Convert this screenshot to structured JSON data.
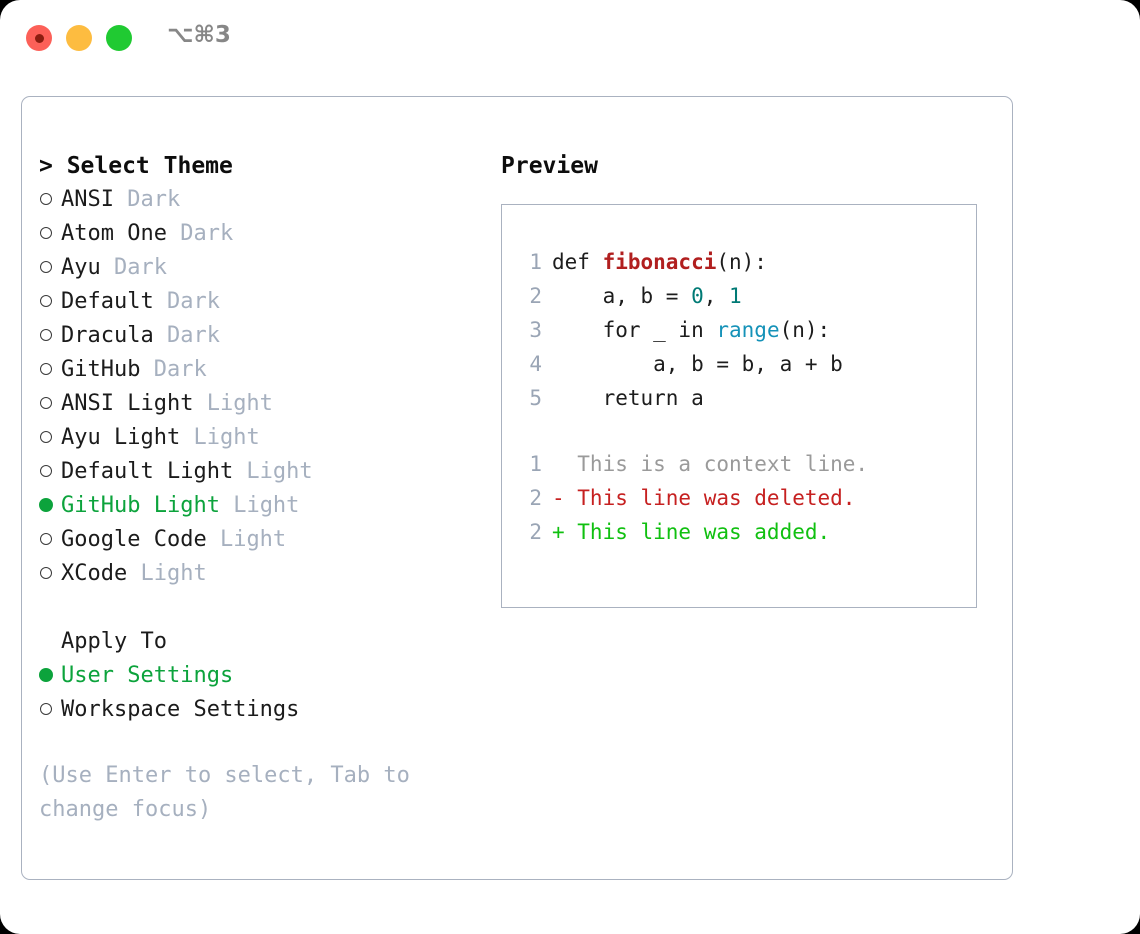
{
  "titlebar": {
    "shortcut": "⌥⌘3",
    "traffic_lights": [
      {
        "name": "close",
        "color": "#fc6058"
      },
      {
        "name": "minimize",
        "color": "#fdbc40"
      },
      {
        "name": "maximize",
        "color": "#20ca32"
      }
    ]
  },
  "theme_panel": {
    "header": "> Select Theme",
    "items": [
      {
        "marker": "ring",
        "name": "ANSI",
        "tag": "Dark",
        "selected": false
      },
      {
        "marker": "ring",
        "name": "Atom One",
        "tag": "Dark",
        "selected": false
      },
      {
        "marker": "ring",
        "name": "Ayu",
        "tag": "Dark",
        "selected": false
      },
      {
        "marker": "ring",
        "name": "Default",
        "tag": "Dark",
        "selected": false
      },
      {
        "marker": "ring",
        "name": "Dracula",
        "tag": "Dark",
        "selected": false
      },
      {
        "marker": "ring",
        "name": "GitHub",
        "tag": "Dark",
        "selected": false
      },
      {
        "marker": "ring",
        "name": "ANSI Light",
        "tag": "Light",
        "selected": false
      },
      {
        "marker": "ring",
        "name": "Ayu Light",
        "tag": "Light",
        "selected": false
      },
      {
        "marker": "ring",
        "name": "Default Light",
        "tag": "Light",
        "selected": false
      },
      {
        "marker": "filled",
        "name": "GitHub Light",
        "tag": "Light",
        "selected": true
      },
      {
        "marker": "ring",
        "name": "Google Code",
        "tag": "Light",
        "selected": false
      },
      {
        "marker": "ring",
        "name": "XCode",
        "tag": "Light",
        "selected": false
      }
    ]
  },
  "apply_to": {
    "header": "Apply To",
    "options": [
      {
        "marker": "filled",
        "name": "User Settings",
        "selected": true
      },
      {
        "marker": "ring",
        "name": "Workspace Settings",
        "selected": false
      }
    ]
  },
  "hint": "(Use Enter to select, Tab to change focus)",
  "preview": {
    "title": "Preview",
    "code_lines": [
      {
        "lineno": "1",
        "tokens": [
          {
            "text": "def ",
            "cls": "tok-plain"
          },
          {
            "text": "fibonacci",
            "cls": "tok-fn"
          },
          {
            "text": "(n):",
            "cls": "tok-plain"
          }
        ]
      },
      {
        "lineno": "2",
        "tokens": [
          {
            "text": "    a, b = ",
            "cls": "tok-plain"
          },
          {
            "text": "0",
            "cls": "tok-num"
          },
          {
            "text": ", ",
            "cls": "tok-plain"
          },
          {
            "text": "1",
            "cls": "tok-num"
          }
        ]
      },
      {
        "lineno": "3",
        "tokens": [
          {
            "text": "    for _ in ",
            "cls": "tok-plain"
          },
          {
            "text": "range",
            "cls": "tok-call"
          },
          {
            "text": "(n):",
            "cls": "tok-plain"
          }
        ]
      },
      {
        "lineno": "4",
        "tokens": [
          {
            "text": "        a, b = b, a + b",
            "cls": "tok-plain"
          }
        ]
      },
      {
        "lineno": "5",
        "tokens": [
          {
            "text": "    return a",
            "cls": "tok-plain"
          }
        ]
      }
    ],
    "diff_lines": [
      {
        "lineno": "1",
        "text": "  This is a context line.",
        "cls": "diff-ctx"
      },
      {
        "lineno": "2",
        "text": "- This line was deleted.",
        "cls": "diff-del"
      },
      {
        "lineno": "2",
        "text": "+ This line was added.",
        "cls": "diff-add"
      }
    ]
  },
  "colors": {
    "accent_green": "#0ca33c",
    "muted": "#a6b0bf",
    "border": "#aab2c0",
    "diff_add": "#10c010",
    "diff_del": "#c62020",
    "token_function": "#b11f1f",
    "token_number": "#007a75",
    "token_call": "#1592b8"
  }
}
